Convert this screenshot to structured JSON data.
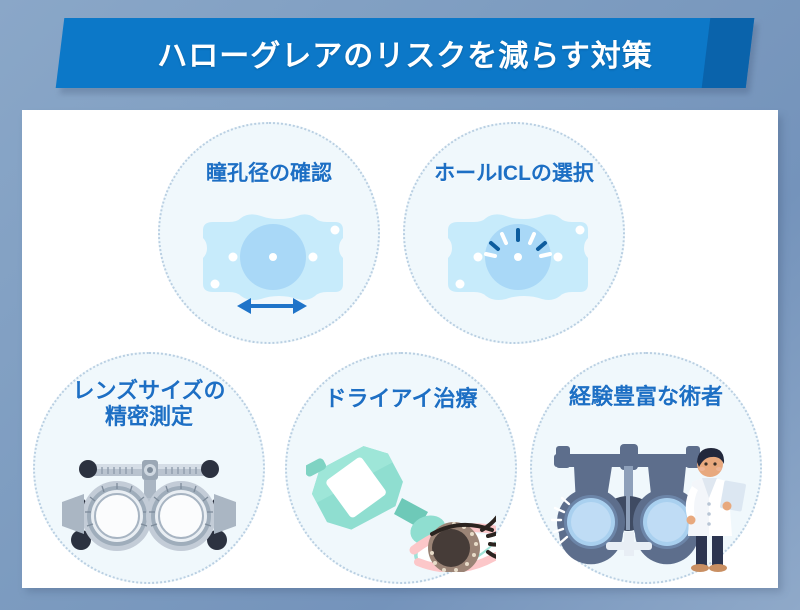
{
  "header": {
    "title": "ハローグレアのリスクを減らす対策",
    "bar_color": "#0c78c8",
    "bar_dark_color": "#0a63ab",
    "title_color": "#ffffff"
  },
  "card": {
    "background_color": "#ffffff"
  },
  "page": {
    "background_color": "#7d9cc0",
    "label_color": "#1d6fc4",
    "circle_fill": "#f0f8fc",
    "circle_border": "#b9cfe2"
  },
  "items": [
    {
      "id": "pupil-diameter",
      "label": "瞳孔径の確認",
      "icon": "pupil-measure-icon"
    },
    {
      "id": "hole-icl",
      "label": "ホールICLの選択",
      "icon": "hole-icl-icon"
    },
    {
      "id": "lens-size",
      "label": "レンズサイズの\n精密測定",
      "icon": "trial-frame-icon"
    },
    {
      "id": "dry-eye",
      "label": "ドライアイ治療",
      "icon": "eye-drop-icon"
    },
    {
      "id": "surgeon",
      "label": "経験豊富な術者",
      "icon": "phoropter-doctor-icon"
    }
  ]
}
